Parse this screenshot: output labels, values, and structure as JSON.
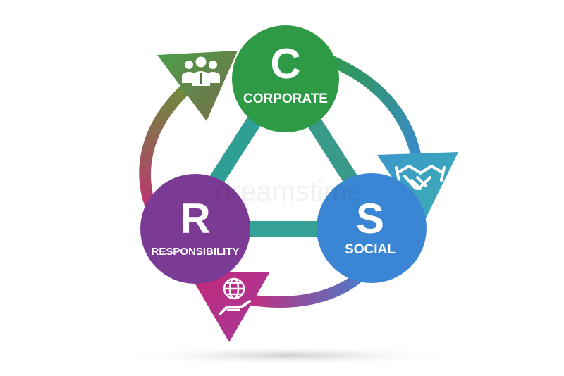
{
  "nodes": {
    "corporate": {
      "letter": "C",
      "label": "CORPORATE",
      "color": "#2e9a45"
    },
    "social": {
      "letter": "S",
      "label": "SOCIAL",
      "color": "#3b86d4"
    },
    "responsibility": {
      "letter": "R",
      "label": "RESPONSIBILITY",
      "color": "#7b3a93"
    }
  },
  "icons": {
    "top_left": "people-group-icon",
    "right": "handshake-icon",
    "bottom": "globe-in-hand-icon"
  },
  "watermark": "dreamstime",
  "colors": {
    "connector": "#2f9e95",
    "arrow_green": "#3aa24b",
    "arrow_blue": "#3a8ad2",
    "arrow_pink": "#cc2a7a",
    "arrow_olive": "#5a8a3a"
  }
}
